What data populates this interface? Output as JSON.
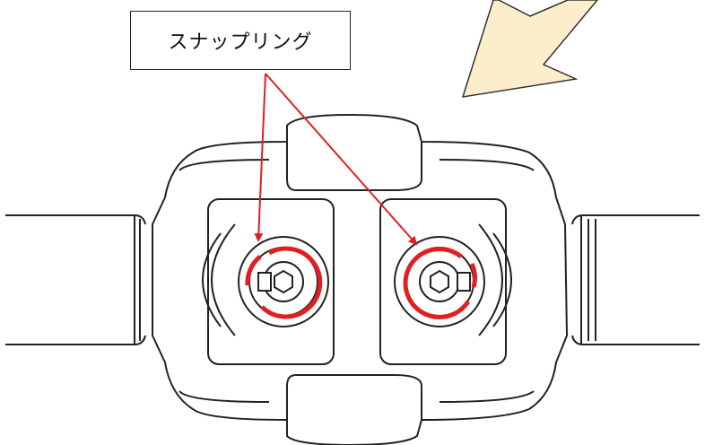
{
  "callout": {
    "label": "スナップリング"
  },
  "colors": {
    "arrow_fill": "#fdeecb",
    "arrow_stroke": "#333333",
    "leader_lines": "#e02020",
    "ring_highlight": "#e02020",
    "drawing_lines": "#222222"
  },
  "icons": {
    "direction_arrow": "large-arrow-pointing-down-left",
    "rings": "snap-ring-circle"
  }
}
